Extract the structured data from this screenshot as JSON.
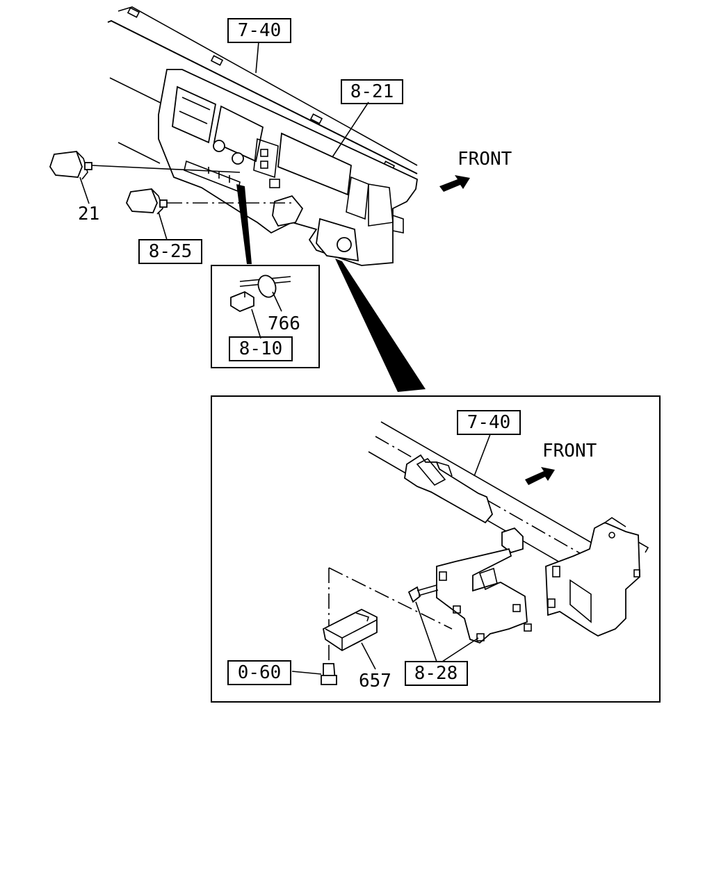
{
  "labels": {
    "ref_7_40_top": "7-40",
    "ref_8_21": "8-21",
    "front_top": "FRONT",
    "part_21": "21",
    "ref_8_25": "8-25",
    "part_766": "766",
    "ref_8_10": "8-10",
    "ref_7_40_detail": "7-40",
    "front_detail": "FRONT",
    "ref_0_60": "0-60",
    "part_657": "657",
    "ref_8_28": "8-28"
  }
}
